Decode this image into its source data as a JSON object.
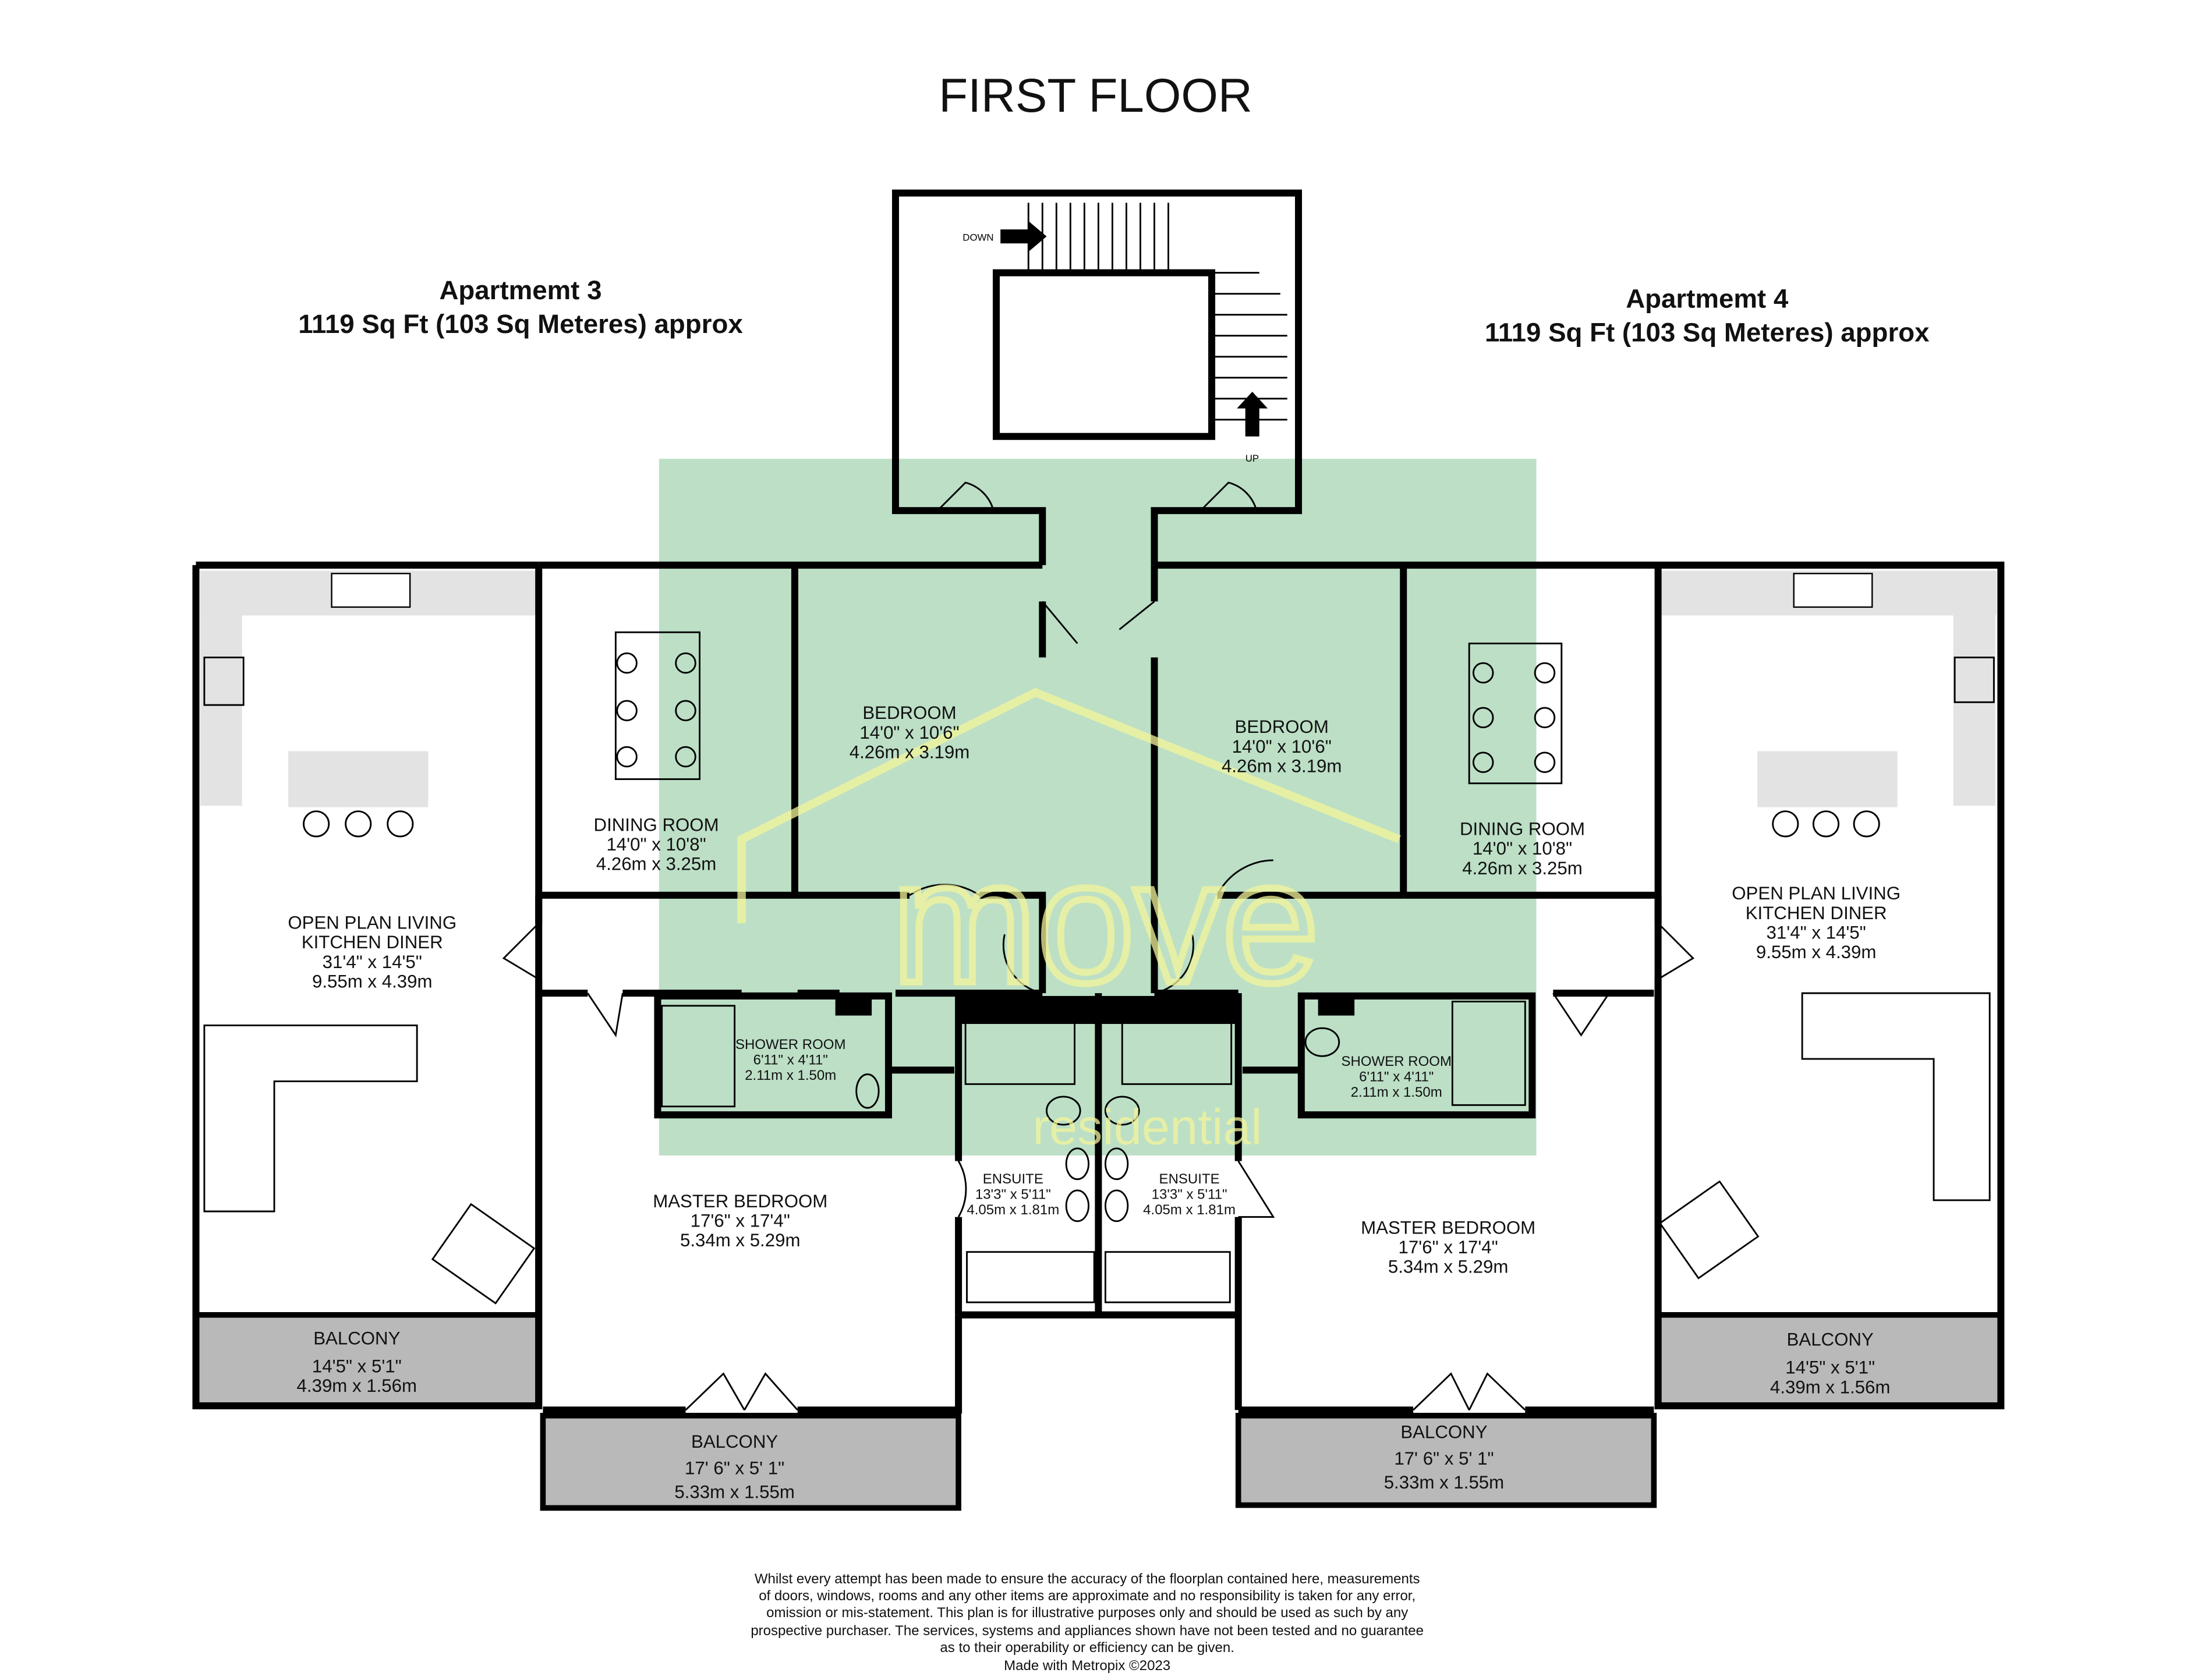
{
  "title": "FIRST FLOOR",
  "apartments": [
    {
      "name": "Apartmemt 3",
      "area": "1119 Sq Ft (103 Sq Meteres) approx"
    },
    {
      "name": "Apartmemt 4",
      "area": "1119 Sq Ft (103 Sq Meteres) approx"
    }
  ],
  "stairs": {
    "down": "DOWN",
    "up": "UP"
  },
  "rooms": {
    "living_left": {
      "name1": "OPEN PLAN LIVING",
      "name2": "KITCHEN DINER",
      "imp": "31'4\"  x 14'5\"",
      "met": "9.55m  x 4.39m"
    },
    "dining_left": {
      "name": "DINING ROOM",
      "imp": "14'0\"  x 10'8\"",
      "met": "4.26m  x 3.25m"
    },
    "bedroom_left": {
      "name": "BEDROOM",
      "imp": "14'0\"  x 10'6\"",
      "met": "4.26m  x 3.19m"
    },
    "bedroom_right": {
      "name": "BEDROOM",
      "imp": "14'0\"  x 10'6\"",
      "met": "4.26m  x 3.19m"
    },
    "dining_right": {
      "name": "DINING ROOM",
      "imp": "14'0\"  x 10'8\"",
      "met": "4.26m  x 3.25m"
    },
    "living_right": {
      "name1": "OPEN PLAN LIVING",
      "name2": "KITCHEN DINER",
      "imp": "31'4\"  x 14'5\"",
      "met": "9.55m  x 4.39m"
    },
    "shower_left": {
      "name": "SHOWER ROOM",
      "imp": "6'11\"  x 4'11\"",
      "met": "2.11m  x 1.50m"
    },
    "shower_right": {
      "name": "SHOWER ROOM",
      "imp": "6'11\"  x 4'11\"",
      "met": "2.11m  x 1.50m"
    },
    "ensuite_left": {
      "name": "ENSUITE",
      "imp": "13'3\"  x 5'11\"",
      "met": "4.05m  x 1.81m"
    },
    "ensuite_right": {
      "name": "ENSUITE",
      "imp": "13'3\"  x 5'11\"",
      "met": "4.05m  x 1.81m"
    },
    "master_left": {
      "name": "MASTER BEDROOM",
      "imp": "17'6\"  x 17'4\"",
      "met": "5.34m  x 5.29m"
    },
    "master_right": {
      "name": "MASTER BEDROOM",
      "imp": "17'6\"  x 17'4\"",
      "met": "5.34m  x 5.29m"
    },
    "balcony_left": {
      "name": "BALCONY",
      "imp": "14'5\"  x 5'1\"",
      "met": "4.39m  x 1.56m"
    },
    "balcony_right": {
      "name": "BALCONY",
      "imp": "14'5\"  x 5'1\"",
      "met": "4.39m  x 1.56m"
    },
    "balcony_mid_left": {
      "name": "BALCONY",
      "imp": "17' 6\" x 5' 1\"",
      "met": "5.33m x 1.55m"
    },
    "balcony_mid_right": {
      "name": "BALCONY",
      "imp": "17' 6\" x 5' 1\"",
      "met": "5.33m x 1.55m"
    }
  },
  "watermark": {
    "word": "move",
    "sub": "residential",
    "bg_color": "#bcdfc6",
    "logo_color": "#f3f59a"
  },
  "disclaimer": [
    "Whilst every attempt has been made to ensure the accuracy of the floorplan contained here, measurements",
    "of doors, windows, rooms and any other items are approximate and no responsibility is taken for any error,",
    "omission or mis-statement. This plan is for illustrative purposes only and should be used as such by any",
    "prospective purchaser. The services, systems and appliances shown have not been tested and no guarantee",
    "as to their operability or efficiency can be given.",
    "Made with Metropix ©2023"
  ]
}
